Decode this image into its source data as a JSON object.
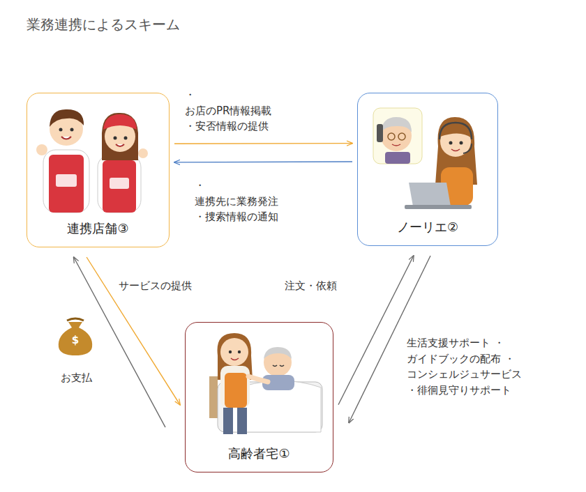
{
  "diagram": {
    "title": "業務連携によるスキーム",
    "nodes": [
      {
        "text": [
          "連携店舗③"
        ]
      },
      {
        "text": [
          "ノーリエ②"
        ]
      },
      {
        "text": [
          "高齢者宅①"
        ]
      }
    ],
    "edges": [
      {
        "from": 0,
        "to": 1,
        "label": "・お店のPR情報掲載 ・安否情報の提供",
        "arrow": "to"
      },
      {
        "from": 1,
        "to": 0,
        "label": "・連携先に業務発注 ・捜索情報の通知",
        "arrow": "to"
      },
      {
        "from": 0,
        "to": 2,
        "label": "サービスの提供",
        "arrow": "to"
      },
      {
        "from": 2,
        "to": 0,
        "label": "お支払",
        "arrow": "to"
      },
      {
        "from": 2,
        "to": 1,
        "label": "注文・依頼",
        "arrow": "to"
      },
      {
        "from": 1,
        "to": 2,
        "label": "生活支援サポート ・ガイドブックの配布 ・コンシェルジュサービス ・徘徊見守りサポート",
        "arrow": "to"
      }
    ],
    "labels": [
      "$"
    ]
  }
}
